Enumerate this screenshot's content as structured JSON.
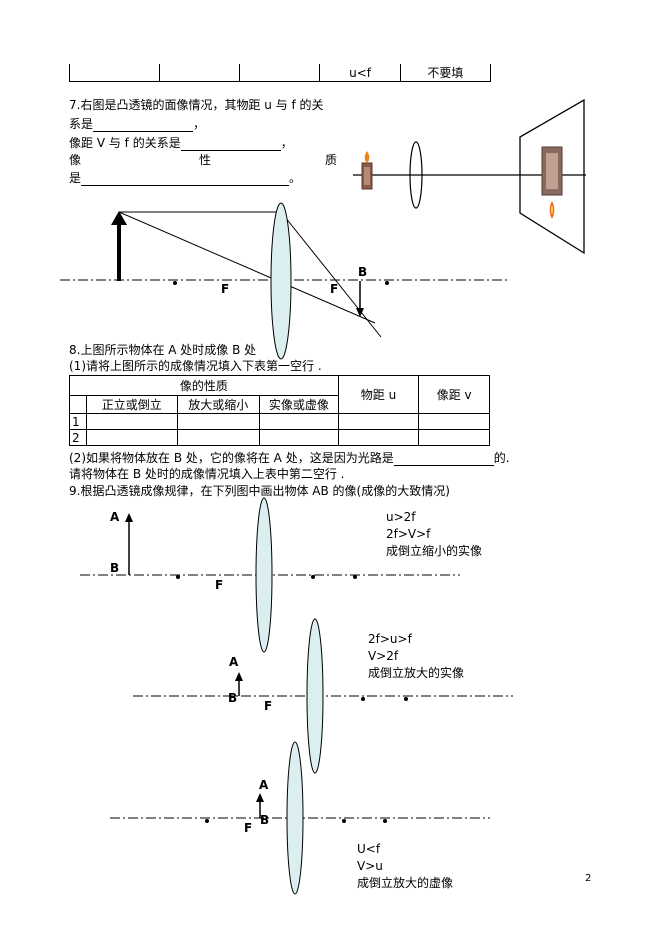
{
  "top_table": {
    "cells": [
      "",
      "",
      "",
      "u<f",
      "不要填"
    ]
  },
  "q7": {
    "line1": "7.右图是凸透镜的面像情况，其物距 u 与 f 的关",
    "line2a": "系是",
    "line2b": "，",
    "line3a": "像距 V 与 f 的关系是",
    "line3b": "，",
    "line4a": "像",
    "line4b": "性",
    "line4c": "质",
    "line5a": "是",
    "line5b": "。"
  },
  "diagram1": {
    "label_b": "B",
    "label_f1": "F",
    "label_f2": "F"
  },
  "q8": {
    "line1": "8.上图所示物体在 A 处时成像 B 处",
    "line2": "(1)请将上图所示的成像情况填入下表第一空行 .",
    "table": {
      "header_group": "像的性质",
      "col_object": "物距 u",
      "col_image": "像距 v",
      "sub_headers": [
        "正立或倒立",
        "放大或缩小",
        "实像或虚像"
      ],
      "rows": [
        "1",
        "2"
      ]
    },
    "part2a": "(2)如果将物体放在 B 处，它的像将在 A 处，这是因为光路是",
    "part2b": "的.",
    "part2c": "请将物体在 B 处时的成像情况填入上表中第二空行 ."
  },
  "q9": {
    "line1": "9.根据凸透镜成像规律，在下列图中画出物体 AB 的像(成像的大致情况)",
    "case1": {
      "a": "A",
      "b": "B",
      "f": "F",
      "l1": "u>2f",
      "l2": "2f>V>f",
      "l3": "成倒立缩小的实像"
    },
    "case2": {
      "a": "A",
      "b": "B",
      "f": "F",
      "l1": "2f>u>f",
      "l2": "V>2f",
      "l3": "成倒立放大的实像"
    },
    "case3": {
      "a": "A",
      "b": "B",
      "f": "F",
      "l1": "U<f",
      "l2": "V>u",
      "l3": "成倒立放大的虚像"
    }
  },
  "page_number": "2"
}
